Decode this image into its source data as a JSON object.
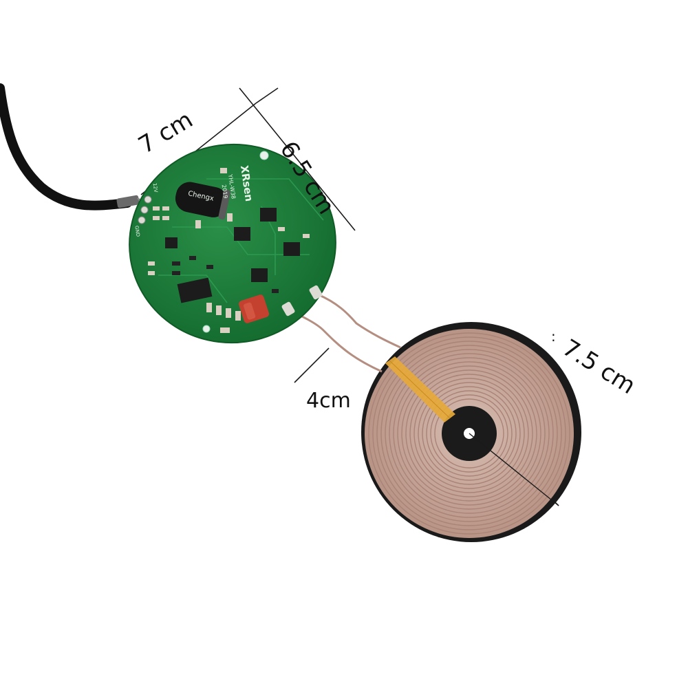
{
  "dimensions": {
    "pcb_width": "7 cm",
    "pcb_height": "6.5 cm",
    "lead_length": "4cm",
    "coil_diameter": "7.5 cm"
  },
  "pcb": {
    "brand": "XRsen",
    "model": "YHL-W38",
    "year": "2019",
    "capacitor_brand": "Chengx",
    "pin_12v": "12V",
    "pin_gnd": "GND"
  },
  "colors": {
    "pcb_green": "#1d7a3a",
    "coil_copper": "#c9a89a",
    "kapton_tape": "#e6a93a",
    "coil_backing": "#1a1a1a",
    "cable": "#111111"
  }
}
